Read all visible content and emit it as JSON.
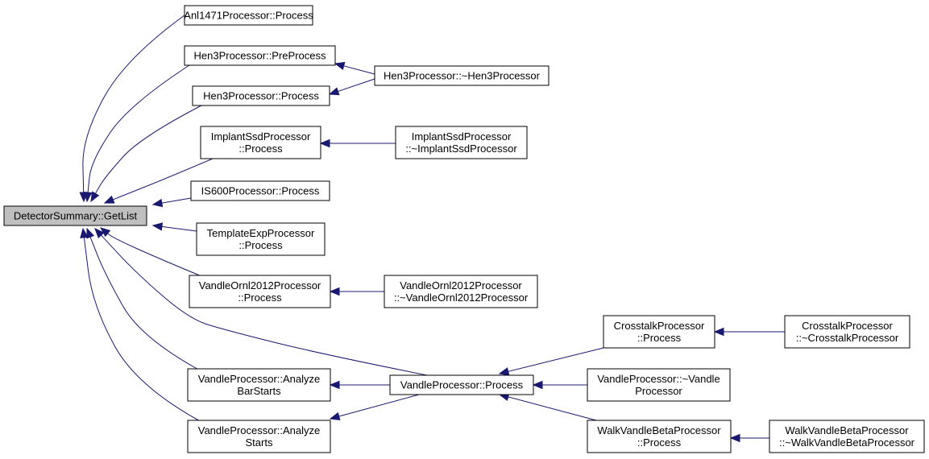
{
  "graph": {
    "root": "DetectorSummary::GetList",
    "nodes": [
      {
        "id": "root",
        "lines": [
          "DetectorSummary::GetList"
        ],
        "root": true
      },
      {
        "id": "anl",
        "lines": [
          "Anl1471Processor::Process"
        ]
      },
      {
        "id": "hen3pre",
        "lines": [
          "Hen3Processor::PreProcess"
        ]
      },
      {
        "id": "hen3proc",
        "lines": [
          "Hen3Processor::Process"
        ]
      },
      {
        "id": "hen3dtor",
        "lines": [
          "Hen3Processor::~Hen3Processor"
        ]
      },
      {
        "id": "impl",
        "lines": [
          "ImplantSsdProcessor",
          "::Process"
        ]
      },
      {
        "id": "impldtor",
        "lines": [
          "ImplantSsdProcessor",
          "::~ImplantSsdProcessor"
        ]
      },
      {
        "id": "is600",
        "lines": [
          "IS600Processor::Process"
        ]
      },
      {
        "id": "tmpl",
        "lines": [
          "TemplateExpProcessor",
          "::Process"
        ]
      },
      {
        "id": "vo",
        "lines": [
          "VandleOrnl2012Processor",
          "::Process"
        ]
      },
      {
        "id": "vodtor",
        "lines": [
          "VandleOrnl2012Processor",
          "::~VandleOrnl2012Processor"
        ]
      },
      {
        "id": "vabs",
        "lines": [
          "VandleProcessor::Analyze",
          "BarStarts"
        ]
      },
      {
        "id": "vas",
        "lines": [
          "VandleProcessor::Analyze",
          "Starts"
        ]
      },
      {
        "id": "vproc",
        "lines": [
          "VandleProcessor::Process"
        ]
      },
      {
        "id": "xproc",
        "lines": [
          "CrosstalkProcessor",
          "::Process"
        ]
      },
      {
        "id": "xdtor",
        "lines": [
          "CrosstalkProcessor",
          "::~CrosstalkProcessor"
        ]
      },
      {
        "id": "vdtor",
        "lines": [
          "VandleProcessor::~Vandle",
          "Processor"
        ]
      },
      {
        "id": "wproc",
        "lines": [
          "WalkVandleBetaProcessor",
          "::Process"
        ]
      },
      {
        "id": "wdtor",
        "lines": [
          "WalkVandleBetaProcessor",
          "::~WalkVandleBetaProcessor"
        ]
      }
    ],
    "edges": [
      {
        "from": "anl",
        "to": "root"
      },
      {
        "from": "hen3pre",
        "to": "root"
      },
      {
        "from": "hen3proc",
        "to": "root"
      },
      {
        "from": "impl",
        "to": "root"
      },
      {
        "from": "is600",
        "to": "root"
      },
      {
        "from": "tmpl",
        "to": "root"
      },
      {
        "from": "vo",
        "to": "root"
      },
      {
        "from": "vproc",
        "to": "root"
      },
      {
        "from": "vabs",
        "to": "root"
      },
      {
        "from": "vas",
        "to": "root"
      },
      {
        "from": "hen3dtor",
        "to": "hen3pre"
      },
      {
        "from": "hen3dtor",
        "to": "hen3proc"
      },
      {
        "from": "impldtor",
        "to": "impl"
      },
      {
        "from": "vodtor",
        "to": "vo"
      },
      {
        "from": "vproc",
        "to": "vabs"
      },
      {
        "from": "vproc",
        "to": "vas"
      },
      {
        "from": "xproc",
        "to": "vproc"
      },
      {
        "from": "vdtor",
        "to": "vproc"
      },
      {
        "from": "wproc",
        "to": "vproc"
      },
      {
        "from": "xdtor",
        "to": "xproc"
      },
      {
        "from": "wdtor",
        "to": "wproc"
      }
    ],
    "colors": {
      "edge": "#191970",
      "root_fill": "#bfbfbf",
      "node_fill": "#ffffff",
      "border": "#000000"
    }
  }
}
